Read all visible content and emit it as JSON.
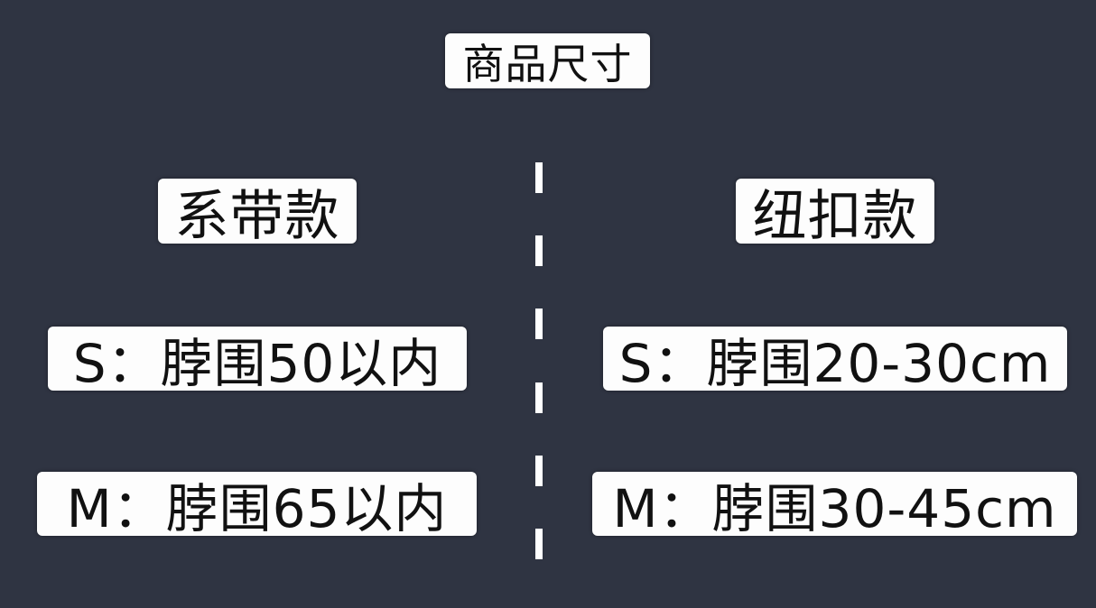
{
  "title": "商品尺寸",
  "left": {
    "heading": "系带款",
    "sizes": [
      "S：脖围50以内",
      "M：脖围65以内"
    ]
  },
  "right": {
    "heading": "纽扣款",
    "sizes": [
      "S：脖围20-30cm",
      "M：脖围30-45cm"
    ]
  },
  "colors": {
    "background": "#2f3442",
    "label": "#fdfdfd",
    "text": "#111111"
  }
}
